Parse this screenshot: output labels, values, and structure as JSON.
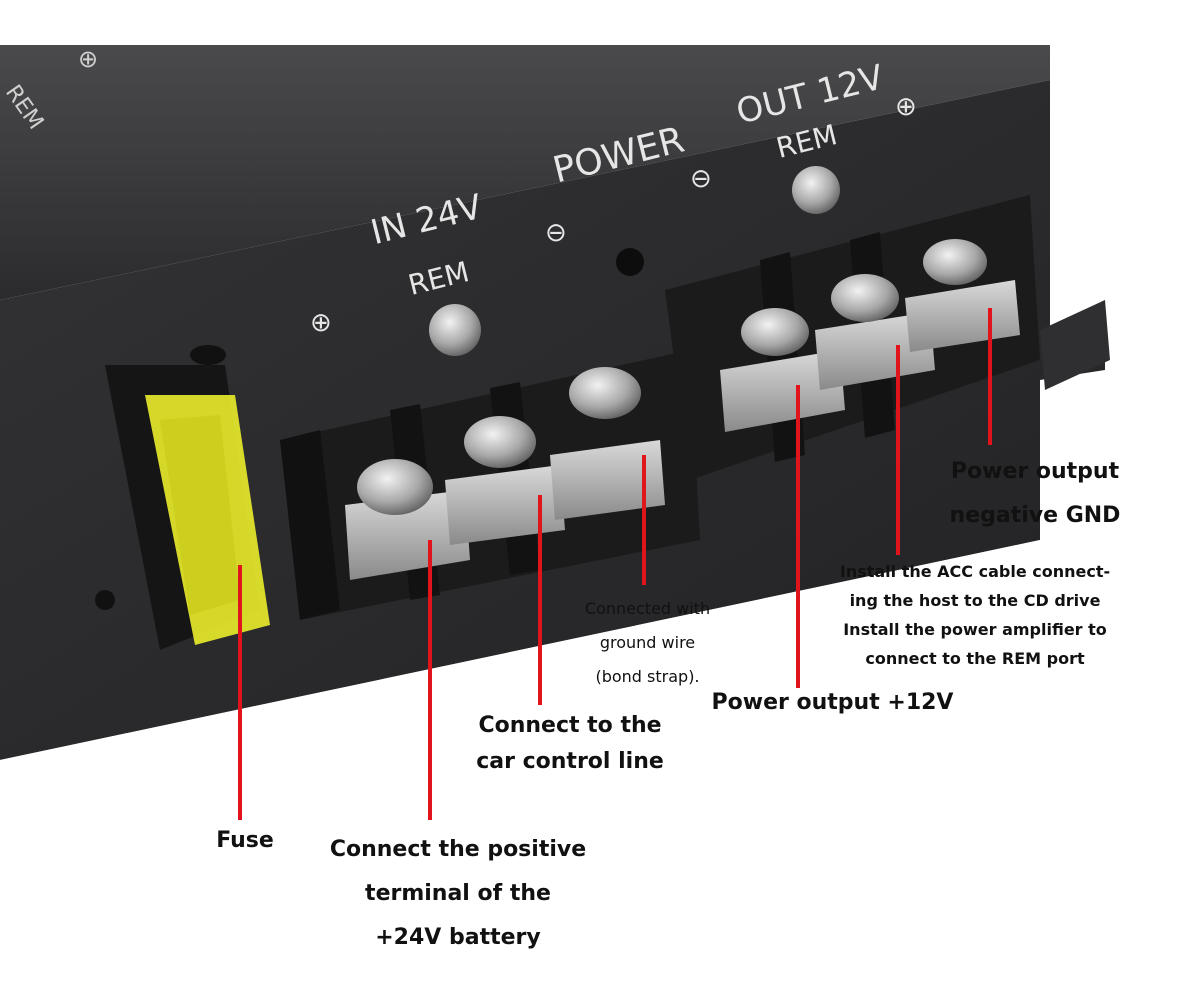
{
  "panel": {
    "in_label": "IN 24V",
    "in_rem": "REM",
    "power_label": "POWER",
    "out_label": "OUT 12V",
    "out_rem": "REM",
    "corner_rem": "REM",
    "plus_symbol": "⊕",
    "minus_symbol": "⊖"
  },
  "labels": {
    "fuse": "Fuse",
    "positive": "Connect the positive\nterminal of the\n+24V battery",
    "control": "Connect to the\ncar control line",
    "ground": "Connected with\nground wire\n(bond strap).",
    "out12": "Power output +12V",
    "acc": "Install the ACC cable connect-\ning the host to the CD drive\nInstall the power amplifier to\nconnect to the REM port",
    "gnd": "Power output\nnegative GND"
  },
  "colors": {
    "leader_line": "#e0141a",
    "device_body": "#2a2a2c",
    "terminal_block": "#1b1b1c",
    "fuse": "#e6e92a",
    "text": "#111111"
  }
}
